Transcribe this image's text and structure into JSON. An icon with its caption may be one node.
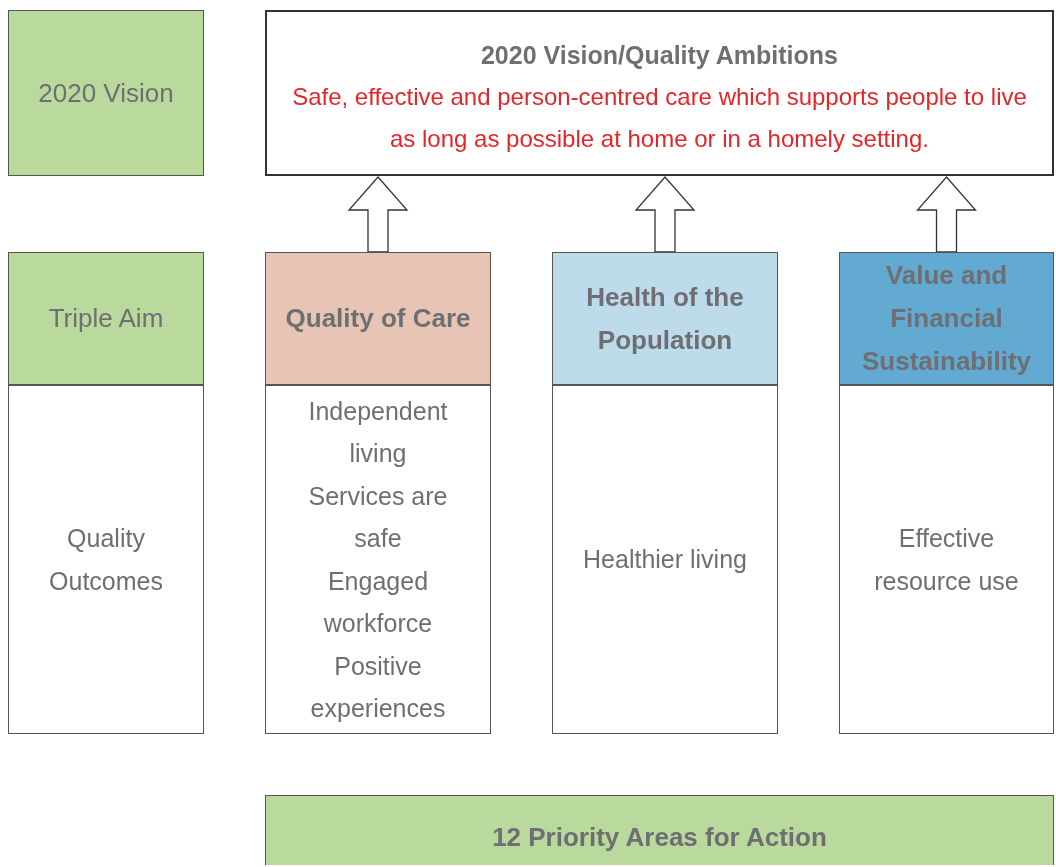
{
  "diagram": {
    "nodes": [
      {
        "text": [
          "2020 Vision"
        ]
      },
      {
        "text": [
          "2020 Vision/Quality Ambitions",
          "Safe, effective and person-centred care which supports people to live as long as possible at home or in a homely setting."
        ]
      },
      {
        "text": [
          "Triple Aim"
        ]
      },
      {
        "text": [
          "Quality of Care"
        ]
      },
      {
        "text": [
          "Health of the Population"
        ]
      },
      {
        "text": [
          "Value and Financial Sustainability"
        ]
      },
      {
        "text": [
          "Quality Outcomes"
        ]
      },
      {
        "text": [
          "Independent living",
          "Services are safe",
          "Engaged workforce",
          "Positive experiences"
        ]
      },
      {
        "text": [
          "Healthier living"
        ]
      },
      {
        "text": [
          "Effective resource use"
        ]
      },
      {
        "text": [
          "12 Priority Areas for Action"
        ]
      }
    ],
    "edges": [
      {
        "from": 3,
        "to": 1,
        "arrow": "to"
      },
      {
        "from": 4,
        "to": 1,
        "arrow": "to"
      },
      {
        "from": 5,
        "to": 1,
        "arrow": "to"
      }
    ]
  }
}
